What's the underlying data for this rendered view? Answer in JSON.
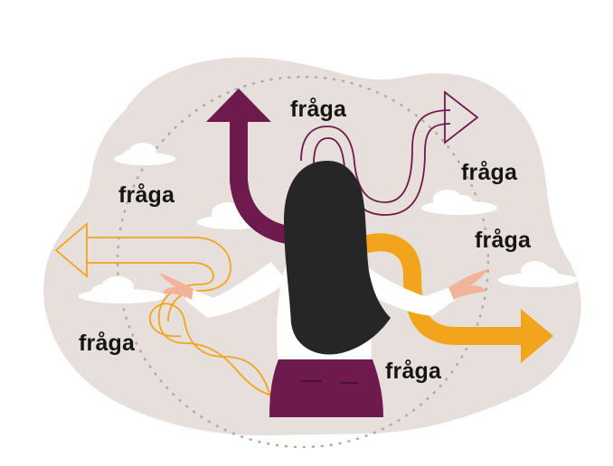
{
  "colors": {
    "blob": "#e7dfdb",
    "maroon": "#6e1a4c",
    "yellow": "#f2a51c",
    "hair": "#262626",
    "shirt": "#ffffff",
    "skin": "#f3b39a",
    "cloud": "#ffffff",
    "dots": "#b3a7a2",
    "text": "#151515"
  },
  "labels": [
    {
      "text": "fråga"
    },
    {
      "text": "fråga"
    },
    {
      "text": "fråga"
    },
    {
      "text": "fråga"
    },
    {
      "text": "fråga"
    },
    {
      "text": "fråga"
    }
  ]
}
